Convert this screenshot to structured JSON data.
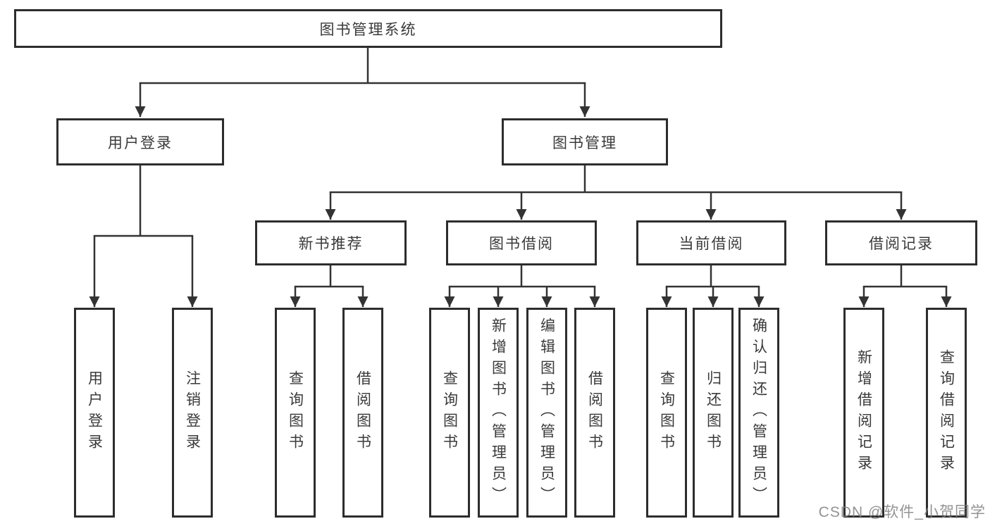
{
  "diagram_type": "hierarchy-tree",
  "tree": {
    "label": "图书管理系统",
    "children": [
      {
        "label": "用户登录",
        "children": [
          {
            "label": "用户登录"
          },
          {
            "label": "注销登录"
          }
        ]
      },
      {
        "label": "图书管理",
        "children": [
          {
            "label": "新书推荐",
            "children": [
              {
                "label": "查询图书"
              },
              {
                "label": "借阅图书"
              }
            ]
          },
          {
            "label": "图书借阅",
            "children": [
              {
                "label": "查询图书"
              },
              {
                "label": "新增图书（管理员）"
              },
              {
                "label": "编辑图书（管理员）"
              },
              {
                "label": "借阅图书"
              }
            ]
          },
          {
            "label": "当前借阅",
            "children": [
              {
                "label": "查询图书"
              },
              {
                "label": "归还图书"
              },
              {
                "label": "确认归还（管理员）"
              }
            ]
          },
          {
            "label": "借阅记录",
            "children": [
              {
                "label": "新增借阅记录"
              },
              {
                "label": "查询借阅记录"
              }
            ]
          }
        ]
      }
    ]
  },
  "watermark": {
    "text": "CSDN @软件_小贺同学",
    "color": "#808080"
  },
  "colors": {
    "background": "#ffffff",
    "box_border": "#2d2d2d",
    "connector_line": "#333333",
    "text": "#3a3a3a"
  }
}
